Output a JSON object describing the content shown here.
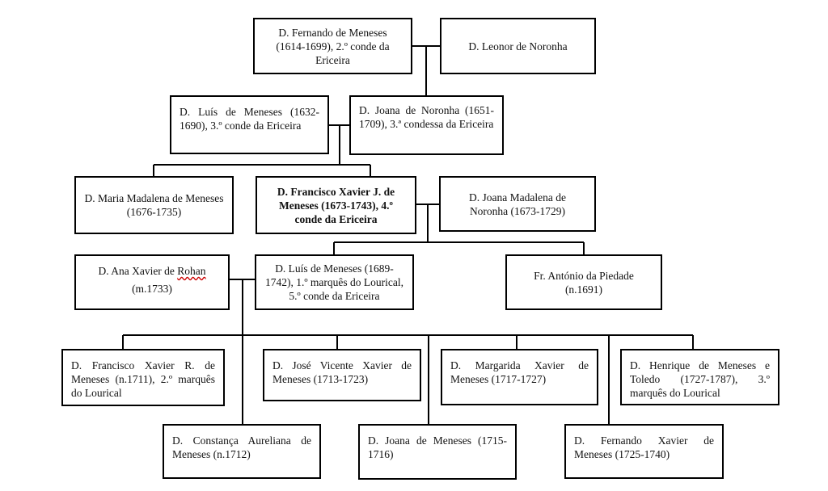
{
  "people": {
    "fernando": "D. Fernando de Meneses (1614-1699), 2.º conde da Ericeira",
    "leonor": "D. Leonor de Noronha",
    "luis_1632": "D. Luís de Meneses (1632-1690), 3.º conde da Ericeira",
    "joana_1651": "D. Joana de Noronha (1651-1709), 3.ª condessa da Ericeira",
    "maria_madalena": "D. Maria Madalena de Meneses (1676-1735)",
    "francisco_xavier_j": "D. Francisco Xavier J. de Meneses (1673-1743), 4.º conde da Ericeira",
    "joana_madalena": "D. Joana Madalena de Noronha (1673-1729)",
    "ana_xavier_prefix": "D. Ana Xavier de ",
    "ana_xavier_surname": "Rohan",
    "ana_xavier_dates": "(m.1733)",
    "luis_1689": "D. Luís de Meneses (1689-1742), 1.º marquês do Lourical, 5.º conde da Ericeira",
    "antonio": "Fr. António da Piedade (n.1691)",
    "francisco_xavier_r": "D. Francisco Xavier R. de Meneses (n.1711), 2.º marquês do Lourical",
    "jose_vicente": "D. José Vicente Xavier de Meneses (1713-1723)",
    "margarida": "D. Margarida Xavier de Meneses (1717-1727)",
    "henrique": "D. Henrique de Meneses e Toledo (1727-1787), 3.º marquês do Lourical",
    "constanca": "D. Constança Aureliana de Meneses (n.1712)",
    "joana_1715": "D. Joana de Meneses (1715-1716)",
    "fernando_xavier": "D. Fernando Xavier de Meneses (1725-1740)"
  }
}
